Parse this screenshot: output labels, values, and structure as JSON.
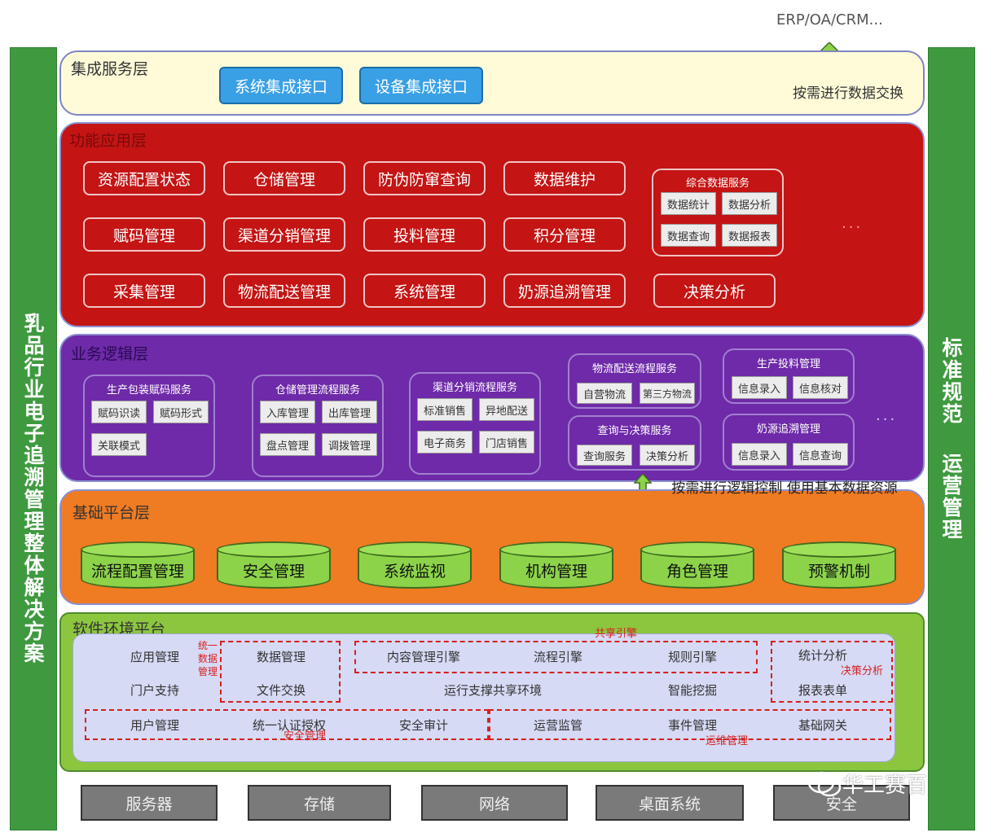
{
  "left_column": {
    "text": "乳品行业电子追溯管理整体解决方案"
  },
  "right_column": {
    "text_top": "标准规范",
    "text_bottom": "运营管理"
  },
  "top": {
    "label": "ERP/OA/CRM..."
  },
  "integration_layer": {
    "title": "集成服务层",
    "buttons": [
      "系统集成接口",
      "设备集成接口"
    ],
    "note": "按需进行数据交换"
  },
  "function_layer": {
    "title": "功能应用层",
    "boxes": [
      [
        "资源配置状态",
        "仓储管理",
        "防伪防窜查询",
        "数据维护"
      ],
      [
        "赋码管理",
        "渠道分销管理",
        "投料管理",
        "积分管理"
      ],
      [
        "采集管理",
        "物流配送管理",
        "系统管理",
        "奶源追溯管理",
        "决策分析"
      ]
    ],
    "group": {
      "title": "综合数据服务",
      "chips": [
        "数据统计",
        "数据分析",
        "数据查询",
        "数据报表"
      ]
    },
    "more": "..."
  },
  "business_layer": {
    "title": "业务逻辑层",
    "groups": [
      {
        "title": "生产包装赋码服务",
        "chips": [
          "赋码识读",
          "赋码形式",
          "关联模式"
        ]
      },
      {
        "title": "仓储管理流程服务",
        "chips": [
          "入库管理",
          "出库管理",
          "盘点管理",
          "调拨管理"
        ]
      },
      {
        "title": "渠道分销流程服务",
        "chips": [
          "标准销售",
          "异地配送",
          "电子商务",
          "门店销售"
        ]
      },
      {
        "title": "物流配送流程服务",
        "chips": [
          "自营物流",
          "第三方物流"
        ]
      },
      {
        "title": "查询与决策服务",
        "chips": [
          "查询服务",
          "决策分析"
        ]
      },
      {
        "title": "生产投料管理",
        "chips": [
          "信息录入",
          "信息核对"
        ]
      },
      {
        "title": "奶源追溯管理",
        "chips": [
          "信息录入",
          "信息查询"
        ]
      }
    ],
    "more": "...",
    "note": "按需进行逻辑控制 使用基本数据资源"
  },
  "base_layer": {
    "title": "基础平台层",
    "items": [
      "流程配置管理",
      "安全管理",
      "系统监视",
      "机构管理",
      "角色管理",
      "预警机制"
    ]
  },
  "software_layer": {
    "title": "软件环境平台",
    "row1": [
      "应用管理",
      "数据管理",
      "内容管理引擎",
      "流程引擎",
      "规则引擎",
      "统计分析"
    ],
    "row2": [
      "门户支持",
      "文件交换",
      "运行支撑共享环境",
      "智能挖掘",
      "报表表单"
    ],
    "row3": [
      "用户管理",
      "统一认证授权",
      "安全审计",
      "运营监管",
      "事件管理",
      "基础网关"
    ],
    "red_labels": {
      "data_mgmt": "统一数据管理",
      "shared_engine": "共享引擎",
      "decision": "决策分析",
      "security": "安全管理",
      "ops": "运维管理"
    }
  },
  "bottom": {
    "items": [
      "服务器",
      "存储",
      "网络",
      "桌面系统",
      "安全"
    ]
  },
  "watermark": "华工赛百"
}
